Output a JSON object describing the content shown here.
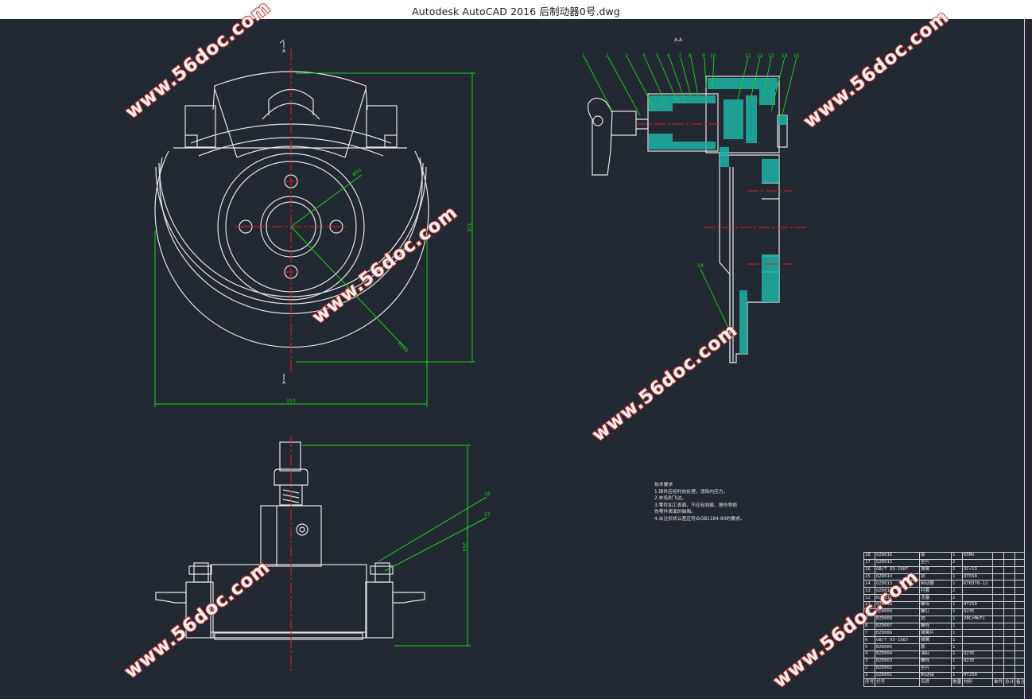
{
  "window": {
    "title": "Autodesk AutoCAD 2016     后制动器0号.dwg"
  },
  "drawing": {
    "section_label": "A-A",
    "cut_label_top": "A",
    "cut_label_bottom": "A",
    "dims": {
      "front_width": "310",
      "front_height": "310",
      "radius_small": "Φ50",
      "radius_large": "R150",
      "bottom_height": "254"
    },
    "balloons_top": [
      "1",
      "2",
      "3",
      "4",
      "5",
      "6",
      "7",
      "8",
      "9",
      "10",
      "11",
      "12",
      "13",
      "14",
      "15"
    ],
    "balloon_18": "18",
    "balloons_bottom": [
      "16",
      "17"
    ],
    "tech_notes": [
      "技术要求",
      "1.铸件应经时效处理，消除内应力。",
      "2.去毛刺飞边。",
      "3.零件加工表面，不应有划痕、擦伤等损",
      "伤零件表面的缺陷。",
      "4.未注形状公差应符合GB1184-80的要求。"
    ],
    "bom": [
      [
        "18",
        "QZD016",
        "锁",
        "1",
        "65Mn"
      ],
      [
        "17",
        "QZD015",
        "垫片",
        "2",
        ""
      ],
      [
        "16",
        "GB/T 93-1987",
        "弹簧",
        "2",
        "2Cr13"
      ],
      [
        "15",
        "QZD014",
        "销",
        "1",
        "QT550"
      ],
      [
        "14",
        "QZD013",
        "制动器",
        "1",
        "KTH370-12"
      ],
      [
        "13",
        "QZD012",
        "衬套",
        "2",
        ""
      ],
      [
        "12",
        "BZD011",
        "活塞",
        "2",
        ""
      ],
      [
        "11",
        "QZD010",
        "螺母",
        "1",
        "HT250"
      ],
      [
        "10",
        "BZD009",
        "螺钉",
        "1",
        "Q235"
      ],
      [
        "9",
        "BZD008",
        "销",
        "1",
        "20CrMnTi"
      ],
      [
        "8",
        "BZD007",
        "螺栓",
        "1",
        ""
      ],
      [
        "7",
        "BZD006",
        "弹簧片",
        "1",
        ""
      ],
      [
        "6",
        "GB/T 93-1987",
        "弹簧",
        "1",
        ""
      ],
      [
        "5",
        "BZD005",
        "套",
        "1",
        ""
      ],
      [
        "4",
        "BZD004",
        "油缸",
        "1",
        "Q235"
      ],
      [
        "3",
        "BZD003",
        "螺栓",
        "1",
        "Q235"
      ],
      [
        "2",
        "BZD002",
        "垫片",
        "1",
        ""
      ],
      [
        "1",
        "QZD001",
        "制动钳",
        "1",
        "HT250"
      ]
    ],
    "bom_header": [
      "序号",
      "代号",
      "名称",
      "数量",
      "材料",
      "单件",
      "总计",
      "备注"
    ],
    "watermark_text": "www.56doc.com"
  },
  "colors": {
    "background": "#232933",
    "line": "#e6e6e6",
    "dimension": "#19d419",
    "center": "#e02020",
    "hatch": "#1fb3a6"
  }
}
